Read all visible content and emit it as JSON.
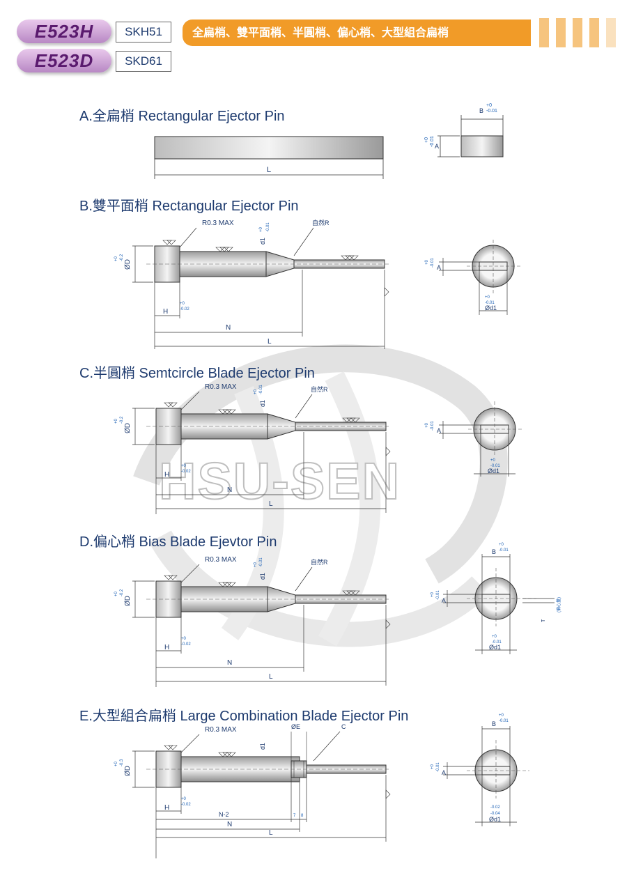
{
  "header": {
    "codes": [
      {
        "code": "E523H",
        "material": "SKH51"
      },
      {
        "code": "E523D",
        "material": "SKD61"
      }
    ],
    "banner": "全扁梢、雙平面梢、半圓梢、偏心梢、大型組合扁梢",
    "banner_color": "#f19b28"
  },
  "watermark": "HSU-SEN",
  "sections": {
    "a": {
      "title": "A.全扁梢 Rectangular Ejector Pin"
    },
    "b": {
      "title": "B.雙平面梢 Rectangular Ejector Pin"
    },
    "c": {
      "title": "C.半圓梢 Semtcircle Blade Ejector Pin"
    },
    "d": {
      "title": "D.偏心梢 Bias Blade Ejevtor Pin"
    },
    "e": {
      "title": "E.大型組合扁梢 Large Combination Blade Ejector Pin"
    }
  },
  "labels": {
    "L": "L",
    "N": "N",
    "N2": "N-2",
    "H": "H",
    "A": "A",
    "B": "B",
    "C": "C",
    "T": "T",
    "D": "ØD",
    "E": "ØE",
    "d1": "d1",
    "od1": "Ød1",
    "r03": "R0.3 MAX",
    "natural_r": "自然R",
    "tol_p0": "+0",
    "tol_m001": "-0.01",
    "tol_m002": "-0.02",
    "tol_m02": "-0.2",
    "tol_m03": "-0.3",
    "tol_m004": "-0.04",
    "tol_m002b": "-0.02",
    "dim7": "7",
    "dim8": "8",
    "bias": "(偏心量)"
  },
  "colors": {
    "text": "#1d3a6e",
    "dim_blue": "#1a5fb4",
    "line": "#333333"
  }
}
